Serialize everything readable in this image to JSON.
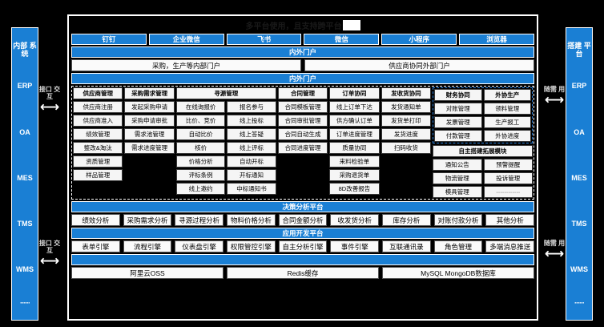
{
  "title": {
    "text": "多平台使用，且支持跨平台",
    "has_cursor_block": true
  },
  "colors": {
    "primary": "#1a7fd4",
    "accent_dashed": "#2f86e0",
    "bg": "#000000",
    "cell_bg": "#f5f5f5"
  },
  "left_rail": {
    "header": "内部\n系统",
    "items": [
      "ERP",
      "OA",
      "MES",
      "TMS",
      "WMS",
      "······"
    ],
    "connectors": [
      {
        "label": "接口\n交互",
        "icon": "double-arrow-icon"
      },
      {
        "label": "接口\n交互",
        "icon": "double-arrow-icon"
      }
    ]
  },
  "right_rail": {
    "header": "搭建\n平台",
    "items": [
      "ERP",
      "OA",
      "MES",
      "TMS",
      "WMS",
      "······"
    ],
    "connectors": [
      {
        "label": "随需\n用",
        "icon": "double-arrow-icon"
      },
      {
        "label": "随需\n用",
        "icon": "double-arrow-icon"
      }
    ]
  },
  "platform_chips": [
    "钉钉",
    "企业微信",
    "飞书",
    "微信",
    "小程序",
    "浏览器"
  ],
  "portal_bar_1": "内外门户",
  "portal_cells": [
    "采购，生产等内部门户",
    "供应商协同外部门户"
  ],
  "portal_bar_2": "内外门户",
  "matrix": {
    "col1": {
      "header": "供应商管理",
      "items": [
        "供应商注册",
        "供应商准入",
        "绩效管理",
        "整改&淘汰",
        "资质管理",
        "样品管理"
      ]
    },
    "col2": {
      "header": "采购需求管理",
      "items": [
        "发起采购申请",
        "采购申请审批",
        "需求池管理",
        "需求进度管理"
      ]
    },
    "sourcing": {
      "header": "寻源管理",
      "left": [
        "在线询报价",
        "比价、竞价",
        "自动比价",
        "核价",
        "价格分析",
        "评标条例",
        "线上邀约"
      ],
      "right": [
        "报名参与",
        "线上投标",
        "线上答疑",
        "线上评标",
        "自动开标",
        "开标通知",
        "中标通知书"
      ]
    },
    "col5": {
      "header": "合同管理",
      "items": [
        "合同模板管理",
        "合同审批管理",
        "合同自动生成",
        "合同进度管理"
      ]
    },
    "col6": {
      "header": "订单协同",
      "items": [
        "线上订单下达",
        "供方确认订单",
        "订单进度管理",
        "质量协同",
        "来料检验单",
        "采购退货单",
        "8D改善报告"
      ]
    },
    "col7": {
      "header": "发收货协同",
      "items": [
        "发货通知单",
        "发货单打印",
        "发货进度",
        "扫码收货"
      ]
    },
    "col8": {
      "header": "财务协同",
      "items": [
        "对账管理",
        "发票管理",
        "付款管理"
      ]
    },
    "col9": {
      "header": "外协生产",
      "items": [
        "领料管理",
        "生产报工",
        "外协进度"
      ]
    },
    "extend": {
      "header": "自主搭建拓展模块",
      "left": [
        "通知公告",
        "物流管理",
        "模具管理"
      ],
      "right": [
        "预警提醒",
        "投诉管理",
        "············"
      ]
    }
  },
  "decision": {
    "header": "决策分析平台",
    "items": [
      "绩效分析",
      "采购需求分析",
      "寻源过程分析",
      "物料价格分析",
      "合同金额分析",
      "收发货分析",
      "库存分析",
      "对账付款分析",
      "其他分析"
    ]
  },
  "appdev": {
    "header": "应用开发平台",
    "items": [
      "表单引擎",
      "流程引擎",
      "仪表盘引擎",
      "权限管控引擎",
      "自主分析引擎",
      "事件引擎",
      "互联通讯录",
      "角色管理",
      "多端消息推送"
    ]
  },
  "infra_bar": "",
  "infra": [
    "阿里云OSS",
    "Redis缓存",
    "MySQL MongoDB数据库"
  ]
}
